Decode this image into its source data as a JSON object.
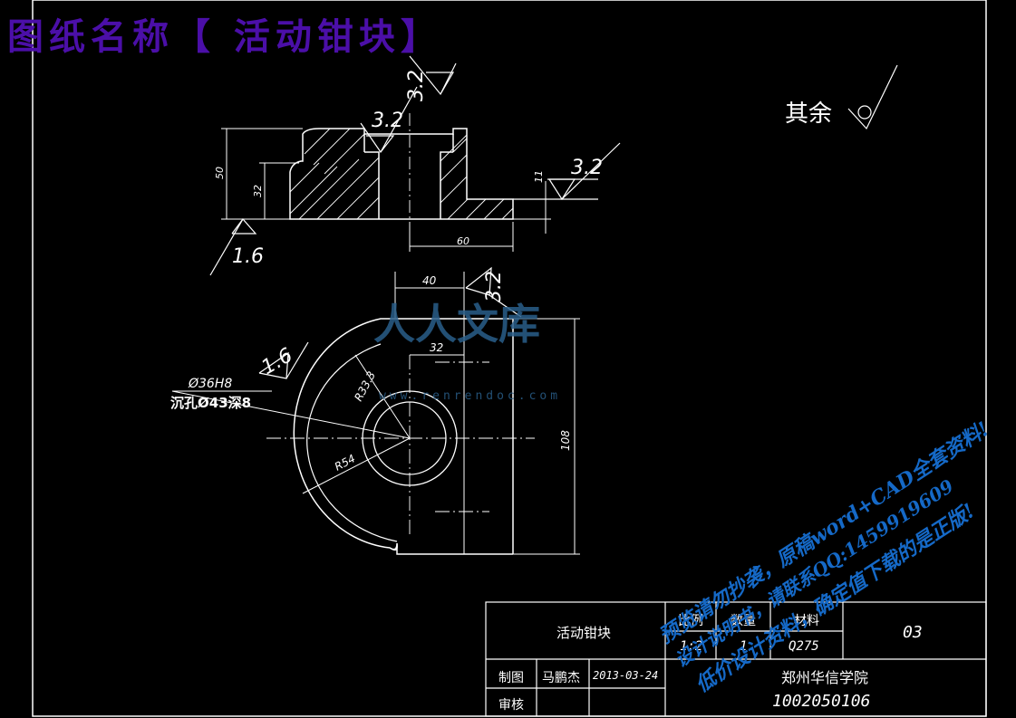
{
  "drawing_title": "图纸名称【 活动钳块】",
  "roughness_general": {
    "text": "其余"
  },
  "section_view": {
    "dims": {
      "height_total": "50",
      "height_inner": "32",
      "step": "11",
      "length": "60"
    },
    "roughness": [
      "3.2",
      "3.2",
      "3.2",
      "1.6"
    ]
  },
  "plan_view": {
    "dims": {
      "width_top": "40",
      "width_inner": "32",
      "radius_small": "R33.3",
      "radius_large": "R54",
      "height": "108",
      "hole": "Ø36H8",
      "counterbore": "沉孔Ø43深8"
    },
    "roughness": [
      "3.2",
      "1.6"
    ]
  },
  "title_block": {
    "part_name": "活动钳块",
    "headers": [
      "比例",
      "数量",
      "材料"
    ],
    "values": [
      "1:2",
      "1",
      "Q275"
    ],
    "drawing_number": "03",
    "drawn_label": "制图",
    "drawn_by": "马鹏杰",
    "date": "2013-03-24",
    "review_label": "审核",
    "school": "郑州华信学院",
    "student_id": "1002050106"
  },
  "watermark": {
    "logo": "人人文库",
    "url": "www.renrendoc.com"
  },
  "promo_lines": [
    "预览请勿抄袭，原稿word+CAD全套资料!",
    "设计说明书，请联系QQ:1459919609",
    "低价设计资料，确定值下载的是正版!"
  ]
}
